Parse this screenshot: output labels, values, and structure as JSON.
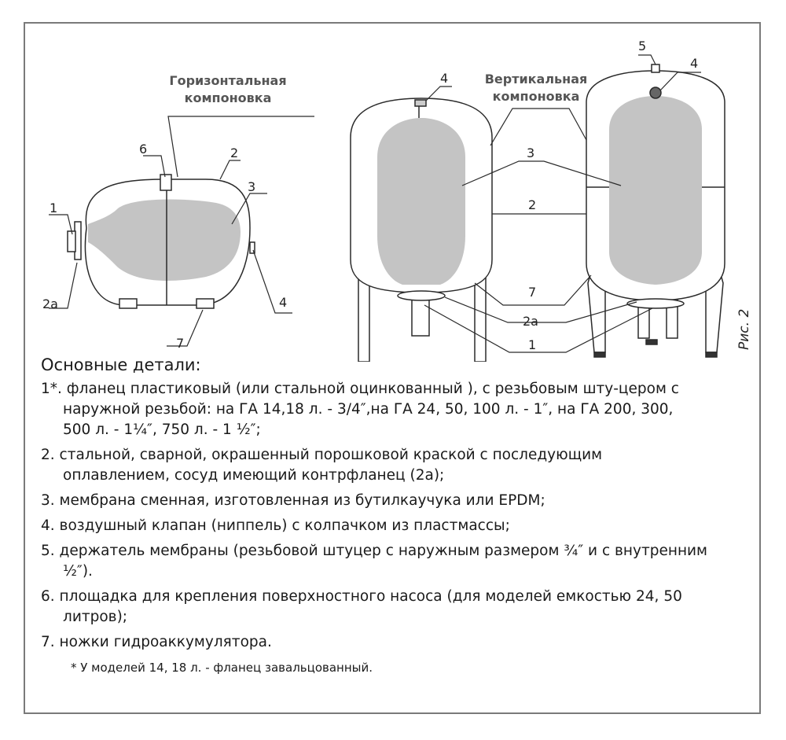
{
  "diagram": {
    "heading_horizontal": [
      "Горизонтальная",
      "компоновка"
    ],
    "heading_vertical": [
      "Вертикальная",
      "компоновка"
    ],
    "figure_label": "Рис. 2",
    "callouts_horizontal": [
      "1",
      "2a",
      "6",
      "2",
      "3",
      "4",
      "7"
    ],
    "callouts_vertical_left": [
      "4"
    ],
    "callouts_middle": [
      "3",
      "2",
      "7",
      "2a",
      "1"
    ],
    "callouts_vertical_right": [
      "5",
      "4"
    ],
    "colors": {
      "outline": "#2a2a2a",
      "membrane": "#c4c4c4",
      "frame": "#7a7a7a"
    }
  },
  "details": {
    "title": "Основные детали:",
    "items": [
      {
        "num": "1*.",
        "line1": "фланец пластиковый (или стальной оцинкованный ), с резьбовым шту-цером с",
        "line2": "наружной резьбой: на ГА 14,18 л. - 3/4″,на ГА 24, 50, 100 л. - 1″, на ГА 200, 300,",
        "line3": "500 л. - 1¼″, 750 л. - 1 ½″;"
      },
      {
        "num": "2.",
        "line1": "стальной, сварной, окрашенный порошковой краской с последующим",
        "line2": "оплавлением, сосуд имеющий контрфланец (2а);"
      },
      {
        "num": "3.",
        "line1": "мембрана  сменная, изготовленная из бутилкаучука или EPDM;"
      },
      {
        "num": "4.",
        "line1": "воздушный клапан (ниппель) с колпачком из пластмассы;"
      },
      {
        "num": "5.",
        "line1": "держатель мембраны (резьбовой штуцер с наружным размером ¾″ и с внутренним",
        "line2": "½″)."
      },
      {
        "num": "6.",
        "line1": "площадка для крепления поверхностного насоса (для моделей емкостью 24, 50",
        "line2": "литров);"
      },
      {
        "num": "7.",
        "line1": "ножки гидроаккумулятора."
      }
    ],
    "footnote": "* У моделей 14, 18 л. - фланец завальцованный."
  }
}
